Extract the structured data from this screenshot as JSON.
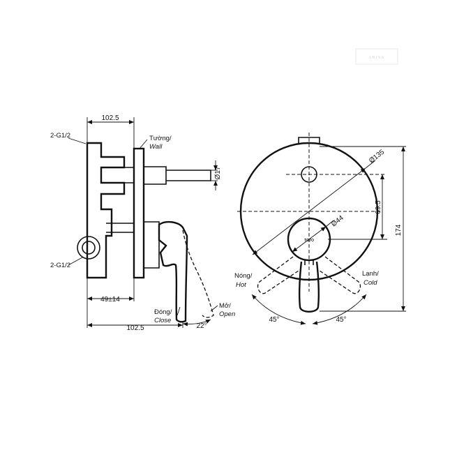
{
  "watermark": "ARIYA",
  "side_view": {
    "dim_top": "102.5",
    "dim_bottom": "102.5",
    "dim_depth": "49±14",
    "connector_top": "2-G1/2",
    "connector_bottom": "2-G1/2",
    "wall_vi": "Tường/",
    "wall_en": "Wall",
    "dim_pipe": "Ø17",
    "close_vi": "Đóng/",
    "close_en": "Close",
    "open_vi": "Mở/",
    "open_en": "Open",
    "angle": "22°"
  },
  "front_view": {
    "dim_plate": "Ø135",
    "dim_handle": "Ø44",
    "dim_offset": "69.5",
    "dim_height": "174",
    "brand": "TOTO",
    "hot_vi": "Nóng/",
    "hot_en": "Hot",
    "cold_vi": "Lạnh/",
    "cold_en": "Cold",
    "angle_left": "45°",
    "angle_right": "45°"
  }
}
